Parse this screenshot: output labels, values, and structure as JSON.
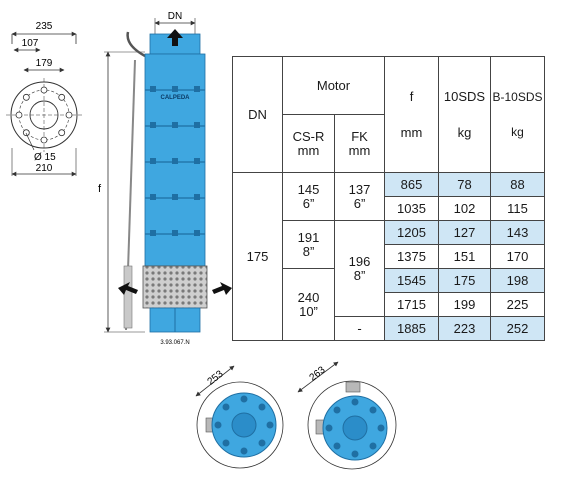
{
  "flange_dims": {
    "d1": "235",
    "d2": "107",
    "d3": "179",
    "hole": "Ø 15",
    "d4": "210"
  },
  "pump_drawing": {
    "dn_label": "DN",
    "brand": "CALPEDA",
    "length_label": "f",
    "drawing_ref": "3.93.067.N"
  },
  "table": {
    "headers": {
      "dn": "DN",
      "motor": "Motor",
      "csr": "CS-R",
      "csr_unit": "mm",
      "fk": "FK",
      "fk_unit": "mm",
      "f": "f",
      "f_unit": "mm",
      "sds10": "10SDS",
      "sds10_unit": "kg",
      "bsds10": "B-10SDS",
      "bsds10_unit": "kg"
    },
    "dn_value": "175",
    "csr_groups": [
      {
        "mm": "145",
        "inch": "6”"
      },
      {
        "mm": "191",
        "inch": "8”"
      },
      {
        "mm": "240",
        "inch": "10”"
      }
    ],
    "fk_groups": [
      {
        "mm": "137",
        "inch": "6”"
      },
      {
        "mm": "196",
        "inch": "8”"
      },
      {
        "mm": "-"
      }
    ],
    "rows": [
      {
        "f": "865",
        "sds10": "78",
        "bsds10": "88"
      },
      {
        "f": "1035",
        "sds10": "102",
        "bsds10": "115"
      },
      {
        "f": "1205",
        "sds10": "127",
        "bsds10": "143"
      },
      {
        "f": "1375",
        "sds10": "151",
        "bsds10": "170"
      },
      {
        "f": "1545",
        "sds10": "175",
        "bsds10": "198"
      },
      {
        "f": "1715",
        "sds10": "199",
        "bsds10": "225"
      },
      {
        "f": "1885",
        "sds10": "223",
        "bsds10": "252"
      }
    ]
  },
  "bottom_views": {
    "left_dim": "253",
    "right_dim": "263"
  },
  "colors": {
    "pump_blue": "#3fa7e0",
    "pump_dark": "#1f6fa3",
    "table_highlight": "#cfe6f5",
    "line": "#333333"
  }
}
